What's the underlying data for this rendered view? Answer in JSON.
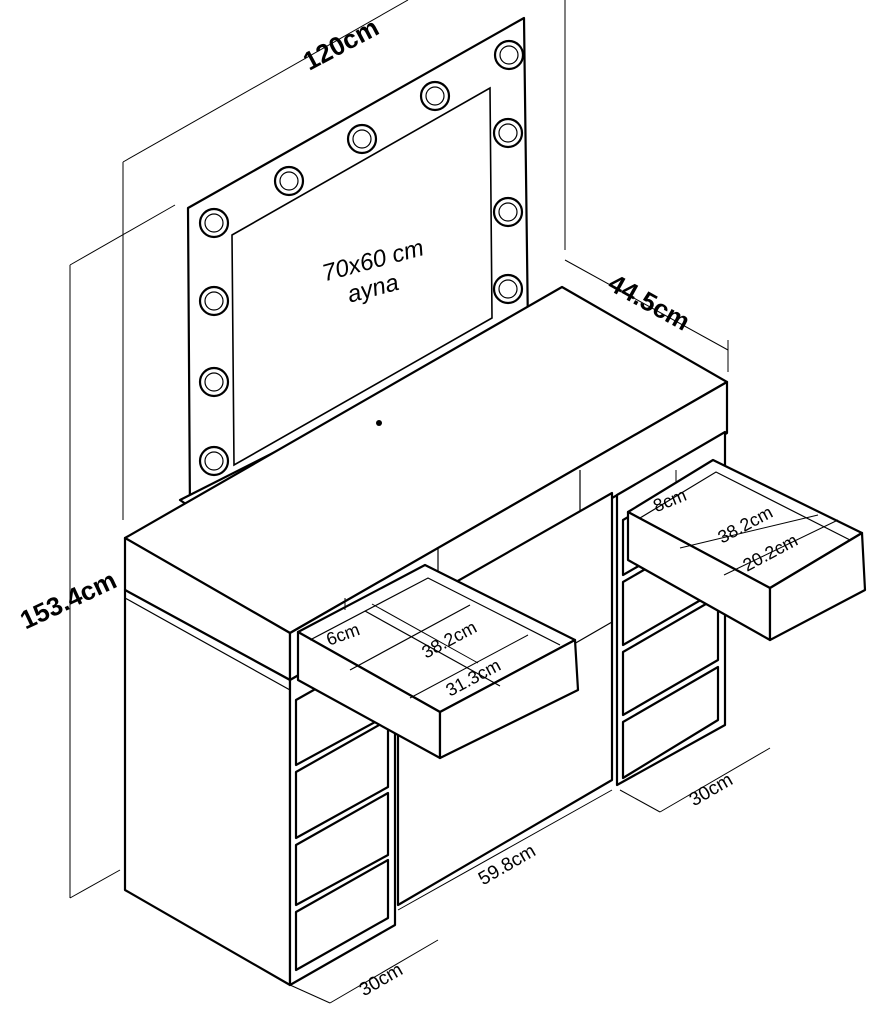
{
  "diagram": {
    "mirror": {
      "size_label": "70x60 cm",
      "name_label": "ayna"
    },
    "dimensions": {
      "total_width": "120cm",
      "depth": "44.5cm",
      "total_height": "153.4cm",
      "left_drawer_depth": "6cm",
      "left_drawer_length": "38.2cm",
      "left_drawer_width": "31.3cm",
      "right_drawer_depth": "8cm",
      "right_drawer_length": "38.2cm",
      "right_drawer_width": "20.2cm",
      "knee_space": "59.8cm",
      "left_cabinet_width": "30cm",
      "right_cabinet_width": "30cm"
    }
  }
}
